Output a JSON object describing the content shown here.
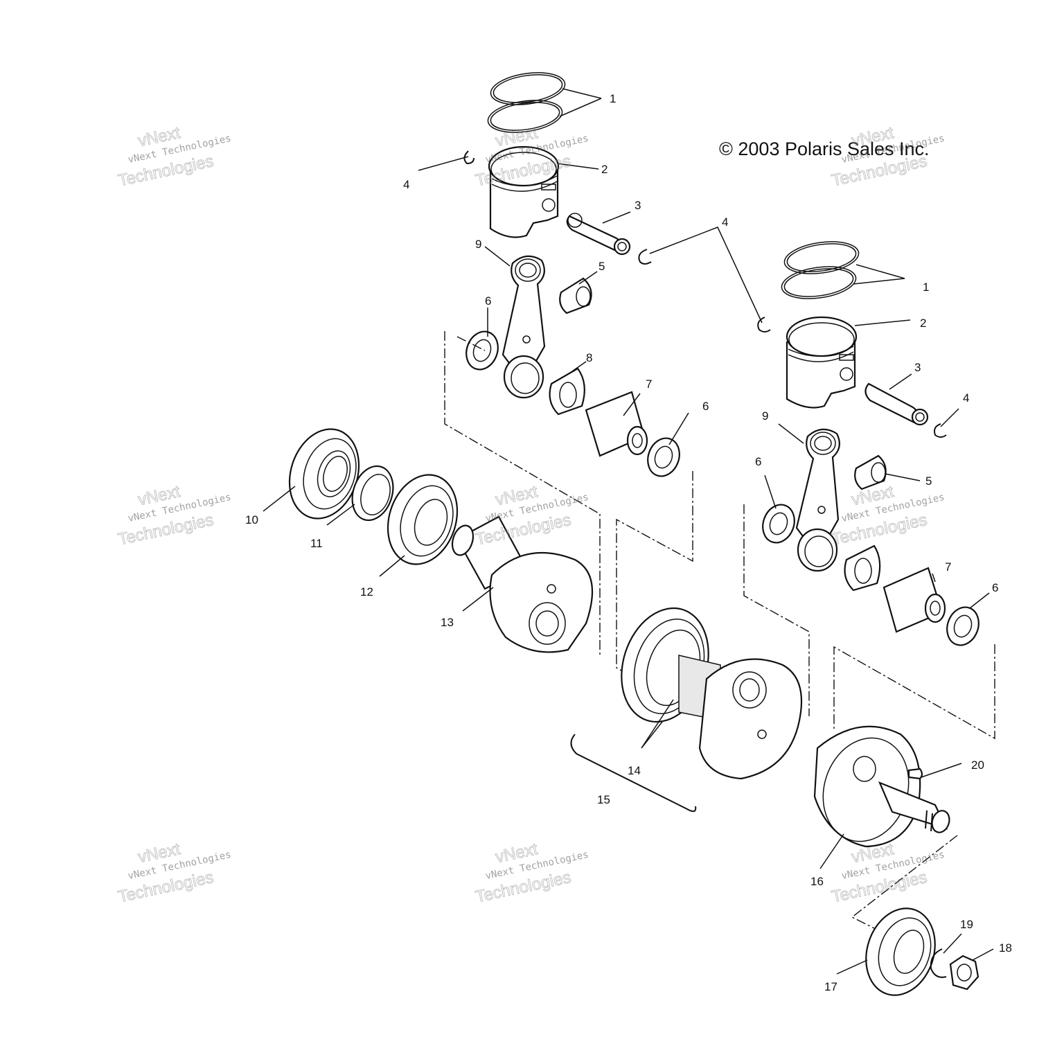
{
  "copyright": "© 2003 Polaris Sales Inc.",
  "watermark": {
    "line1": "vNext",
    "line2": "vNext Technologies",
    "line3": "Technologies"
  },
  "callouts": [
    "1",
    "2",
    "3",
    "4",
    "5",
    "6",
    "7",
    "8",
    "9",
    "10",
    "11",
    "12",
    "13",
    "14",
    "15",
    "16",
    "17",
    "18",
    "19",
    "20"
  ]
}
